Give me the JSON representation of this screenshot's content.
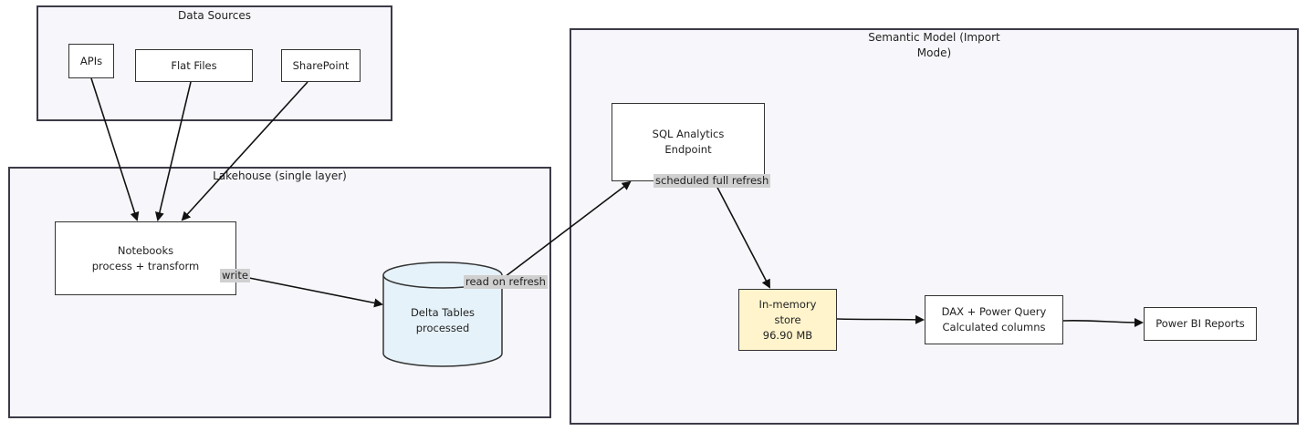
{
  "clusters": {
    "data_sources": {
      "title": "Data Sources"
    },
    "lakehouse": {
      "title": "Lakehouse (single layer)"
    },
    "semantic_model": {
      "title_line1": "Semantic Model (Import",
      "title_line2": "Mode)"
    }
  },
  "nodes": {
    "apis": "APIs",
    "flat_files": "Flat Files",
    "sharepoint": "SharePoint",
    "notebooks_line1": "Notebooks",
    "notebooks_line2": "process + transform",
    "delta_line1": "Delta Tables",
    "delta_line2": "processed",
    "sql_line1": "SQL Analytics",
    "sql_line2": "Endpoint",
    "inmemory_line1": "In-memory",
    "inmemory_line2": "store",
    "inmemory_line3": "96.90 MB",
    "dax_line1": "DAX + Power Query",
    "dax_line2": "Calculated columns",
    "powerbi": "Power BI Reports"
  },
  "edges": {
    "write": "write",
    "read_on_refresh": "read on refresh",
    "scheduled_full_refresh": "scheduled full refresh"
  },
  "colors": {
    "highlight_fill": "#fff4cc",
    "cylinder_fill": "#e6f2f9",
    "cluster_fill": "#f7f7fb",
    "label_bg": "#d0d0d0"
  }
}
